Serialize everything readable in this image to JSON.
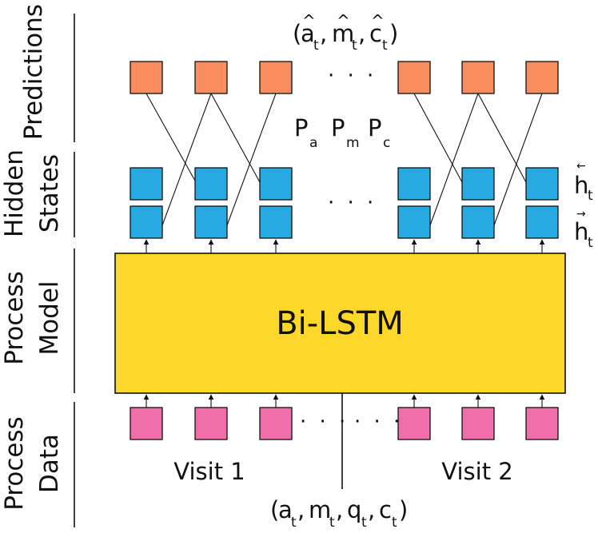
{
  "sections": {
    "predictions": "Predictions",
    "hidden_line1": "Hidden",
    "hidden_line2": "States",
    "process_model_line1": "Process",
    "process_model_line2": "Model",
    "process_data_line1": "Process",
    "process_data_line2": "Data"
  },
  "predictions_tuple": {
    "open": "(",
    "a": "a",
    "m": "m",
    "c": "c",
    "sub": "t",
    "sep": ",",
    "close": ")",
    "hat": "^"
  },
  "projection_labels": {
    "p": "P",
    "a": "a",
    "m": "m",
    "c": "c"
  },
  "hidden_direction": {
    "h": "h",
    "sub": "t",
    "backward_arrow": "←",
    "forward_arrow": "→"
  },
  "model": {
    "name": "Bi-LSTM"
  },
  "ellipsis": "· · ·",
  "visits": {
    "visit1": "Visit 1",
    "visit2": "Visit 2"
  },
  "input_tuple": {
    "open": "(",
    "a": "a",
    "m": "m",
    "q": "q",
    "c": "c",
    "sub": "t",
    "sep": ",",
    "close": ")"
  },
  "colors": {
    "prediction_box": "#F98D5E",
    "hidden_box": "#27A9E1",
    "data_box": "#F06FAA",
    "model_box": "#FDD72A"
  }
}
